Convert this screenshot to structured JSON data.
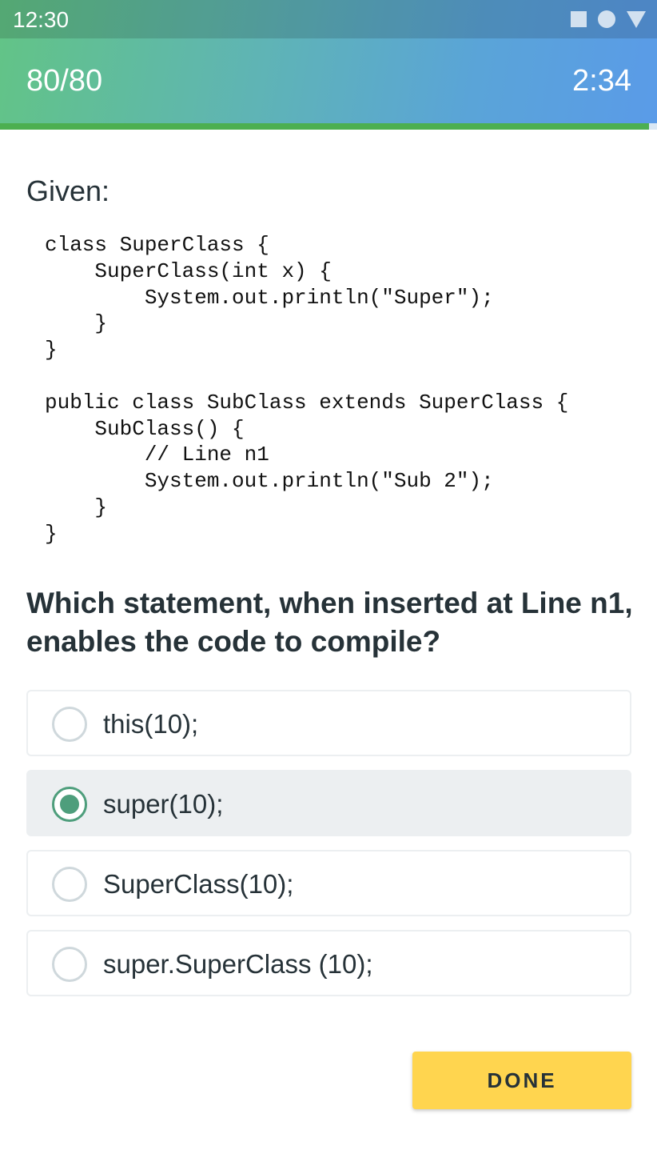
{
  "status_bar": {
    "time": "12:30",
    "icons": [
      "stop-square-icon",
      "circle-icon",
      "triangle-down-icon"
    ]
  },
  "header": {
    "progress_count": "80/80",
    "timer": "2:34",
    "progress_percent": 98.8,
    "progress_color": "#4caf50"
  },
  "question": {
    "given_label": "Given:",
    "code": "class SuperClass {\n    SuperClass(int x) {\n        System.out.println(\"Super\");\n    }\n}\n\npublic class SubClass extends SuperClass {\n    SubClass() {\n        // Line n1\n        System.out.println(\"Sub 2\");\n    }\n}",
    "prompt": "Which statement, when inserted at Line n1, enables the code to compile?"
  },
  "options": [
    {
      "label": "this(10);",
      "selected": false
    },
    {
      "label": "super(10);",
      "selected": true
    },
    {
      "label": "SuperClass(10);",
      "selected": false
    },
    {
      "label": "super.SuperClass (10);",
      "selected": false
    }
  ],
  "footer": {
    "done_label": "DONE"
  },
  "colors": {
    "accent": "#4e9e7c",
    "button": "#ffd54f"
  }
}
